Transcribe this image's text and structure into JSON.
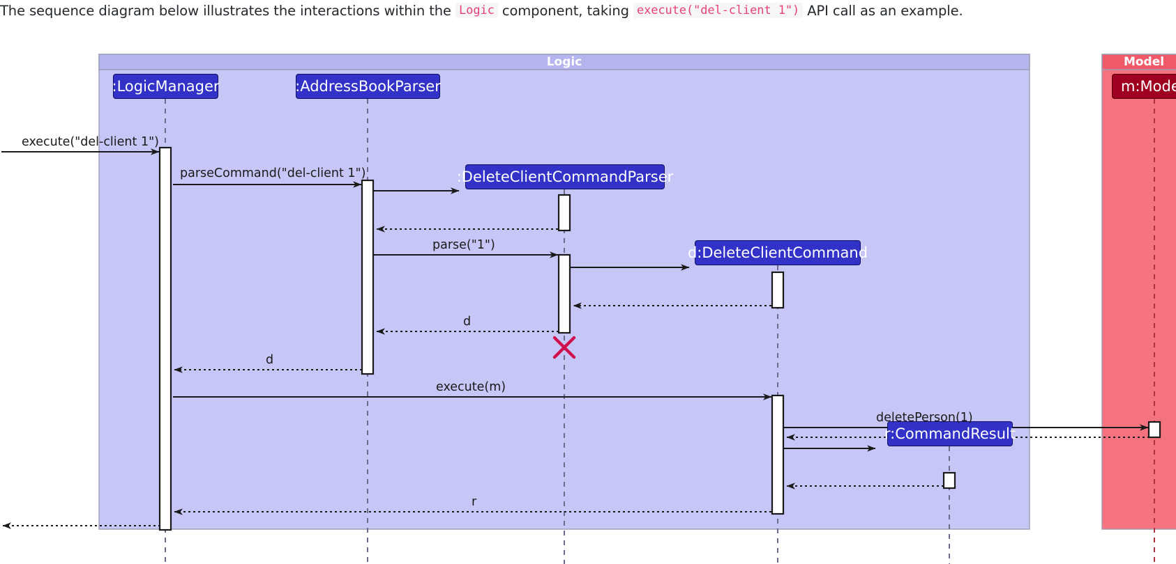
{
  "caption": {
    "part1": "The sequence diagram below illustrates the interactions within the ",
    "code1": "Logic",
    "part2": " component, taking ",
    "code2": "execute(\"del-client 1\")",
    "part3": " API call as an example."
  },
  "diagram": {
    "type": "uml-sequence-diagram",
    "colors": {
      "logic_panel_bg": "#c6c6f7",
      "logic_panel_header": "#b4b4ef",
      "model_panel_bg": "#f4737f",
      "model_panel_header": "#f05a68",
      "participant_box": "#3232c8",
      "participant_box_model": "#a00020",
      "destruction_marker": "#d0104c",
      "line": "#1a1a1a"
    },
    "panels": [
      {
        "name": "logic-panel",
        "title": "Logic"
      },
      {
        "name": "model-panel",
        "title": "Model"
      }
    ],
    "participants": [
      {
        "id": "logicmanager",
        "label": ":LogicManager",
        "panel": "Logic"
      },
      {
        "id": "addressbookparser",
        "label": ":AddressBookParser",
        "panel": "Logic"
      },
      {
        "id": "deleteclientcommandparser",
        "label": ":DeleteClientCommandParser",
        "panel": "Logic"
      },
      {
        "id": "deleteclientcommand",
        "label": "d:DeleteClientCommand",
        "panel": "Logic"
      },
      {
        "id": "commandresult",
        "label": "r:CommandResult",
        "panel": "Logic"
      },
      {
        "id": "model",
        "label": "m:Model",
        "panel": "Model"
      }
    ],
    "messages": [
      {
        "id": "m1",
        "label": "execute(\"del-client 1\")",
        "from": "actor",
        "to": "logicmanager",
        "kind": "call"
      },
      {
        "id": "m2",
        "label": "parseCommand(\"del-client 1\")",
        "from": "logicmanager",
        "to": "addressbookparser",
        "kind": "call"
      },
      {
        "id": "m3",
        "label": "",
        "from": "addressbookparser",
        "to": "deleteclientcommandparser",
        "kind": "create"
      },
      {
        "id": "m4",
        "label": "",
        "from": "deleteclientcommandparser",
        "to": "addressbookparser",
        "kind": "return"
      },
      {
        "id": "m5",
        "label": "parse(\"1\")",
        "from": "addressbookparser",
        "to": "deleteclientcommandparser",
        "kind": "call"
      },
      {
        "id": "m6",
        "label": "",
        "from": "deleteclientcommandparser",
        "to": "deleteclientcommand",
        "kind": "create"
      },
      {
        "id": "m7",
        "label": "",
        "from": "deleteclientcommand",
        "to": "deleteclientcommandparser",
        "kind": "return"
      },
      {
        "id": "m8",
        "label": "d",
        "from": "deleteclientcommandparser",
        "to": "addressbookparser",
        "kind": "return"
      },
      {
        "id": "m9",
        "label": "d",
        "from": "addressbookparser",
        "to": "logicmanager",
        "kind": "return"
      },
      {
        "id": "m10",
        "label": "execute(m)",
        "from": "logicmanager",
        "to": "deleteclientcommand",
        "kind": "call"
      },
      {
        "id": "m11",
        "label": "deletePerson(1)",
        "from": "deleteclientcommand",
        "to": "model",
        "kind": "call"
      },
      {
        "id": "m12",
        "label": "",
        "from": "model",
        "to": "deleteclientcommand",
        "kind": "return"
      },
      {
        "id": "m13",
        "label": "",
        "from": "deleteclientcommand",
        "to": "commandresult",
        "kind": "create"
      },
      {
        "id": "m14",
        "label": "",
        "from": "commandresult",
        "to": "deleteclientcommand",
        "kind": "return"
      },
      {
        "id": "m15",
        "label": "r",
        "from": "deleteclientcommand",
        "to": "logicmanager",
        "kind": "return"
      },
      {
        "id": "m16",
        "label": "",
        "from": "logicmanager",
        "to": "actor",
        "kind": "return"
      }
    ],
    "destruction_markers": [
      {
        "participant": "deleteclientcommandparser",
        "symbol": "X"
      }
    ]
  }
}
